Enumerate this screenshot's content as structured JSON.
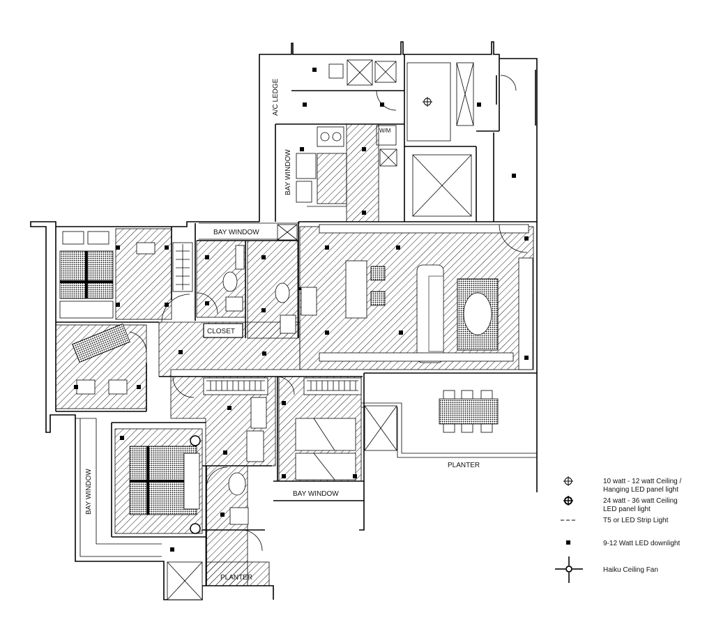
{
  "room_labels": {
    "ac_ledge": "A/C LEDGE",
    "bay_window_kitchen": "BAY WINDOW",
    "bay_window_top": "BAY WINDOW",
    "closet": "CLOSET",
    "bay_window_left": "BAY WINDOW",
    "bay_window_bottom": "BAY WINDOW",
    "planter_bottom": "PLANTER",
    "planter_right": "PLANTER",
    "washer_mark": "W/M"
  },
  "legend": {
    "items": [
      {
        "icon": "ceiling-light-icon",
        "lines": [
          "10 watt - 12 watt Ceiling /",
          "Hanging LED panel light"
        ]
      },
      {
        "icon": "panel-light-icon",
        "lines": [
          "24 watt - 36 watt Ceiling",
          "LED panel light"
        ]
      },
      {
        "icon": "strip-light-icon",
        "lines": [
          "T5 or LED Strip Light"
        ]
      },
      {
        "icon": "downlight-icon",
        "lines": [
          "9-12 Watt LED downlight"
        ]
      },
      {
        "icon": "ceiling-fan-icon",
        "lines": [
          "Haiku Ceiling Fan"
        ]
      }
    ]
  },
  "colors": {
    "line": "#000000",
    "background": "#ffffff"
  }
}
